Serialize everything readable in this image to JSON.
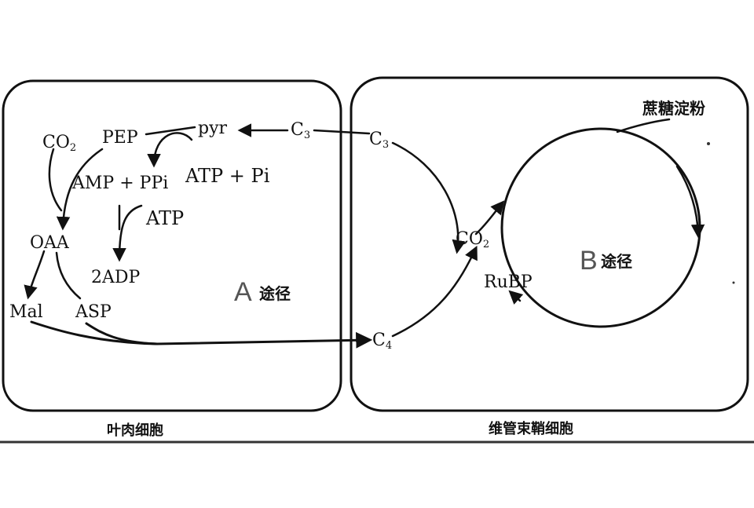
{
  "mesophyll": {
    "co2": "CO",
    "co2_sub": "2",
    "pep": "PEP",
    "pyr": "pyr",
    "c3": "C",
    "c3_sub": "3",
    "amp_ppi": "AMP + PPi",
    "atp_pi": "ATP + Pi",
    "atp": "ATP",
    "adp": "2ADP",
    "oaa": "OAA",
    "mal": "Mal",
    "asp": "ASP",
    "path_letter": "A",
    "path_word": "途径",
    "cell_label": "叶肉细胞"
  },
  "bundle_sheath": {
    "c3": "C",
    "c3_sub": "3",
    "c4": "C",
    "c4_sub": "4",
    "co2": "CO",
    "co2_sub": "2",
    "rubp": "RuBP",
    "products": "蔗糖淀粉",
    "path_letter": "B",
    "path_word": "途径",
    "cell_label": "维管束鞘细胞"
  }
}
